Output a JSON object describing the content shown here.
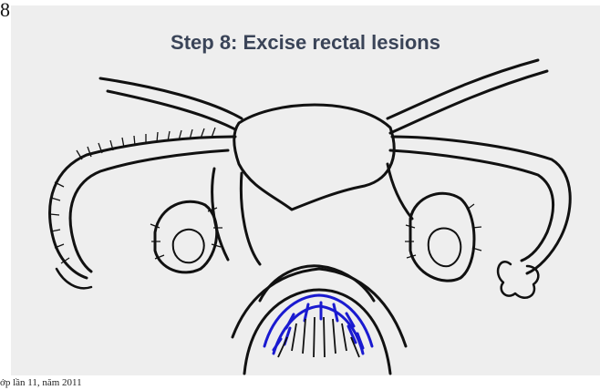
{
  "slide": {
    "number": "8",
    "title": "Step 8: Excise rectal lesions"
  },
  "footer": {
    "text": "ớp lần 11, năm 2011"
  },
  "colors": {
    "background": "#eeeeee",
    "title": "#3a4458",
    "ink": "#111111",
    "lesion": "#1a1ad0"
  }
}
